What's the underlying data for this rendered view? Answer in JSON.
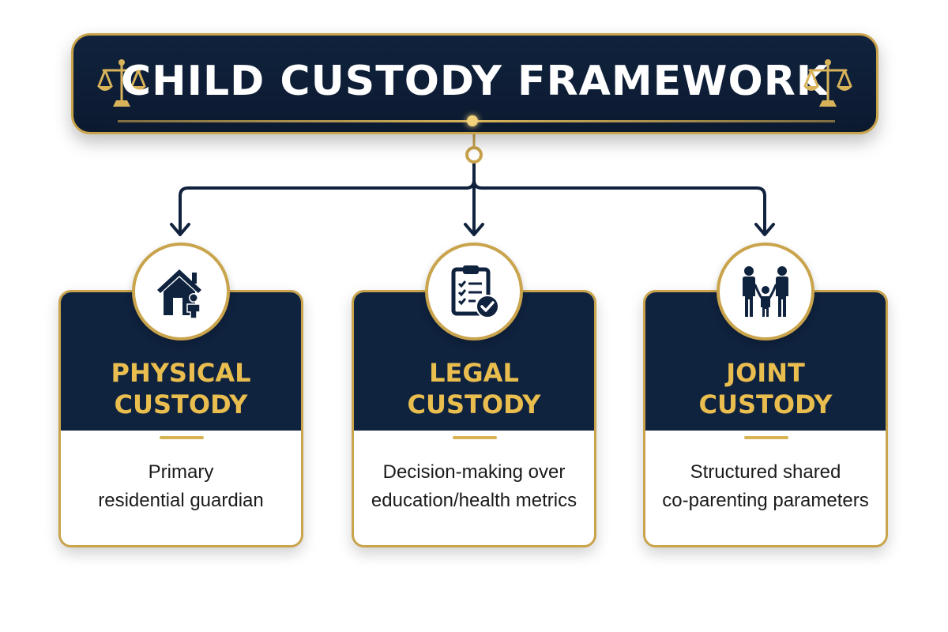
{
  "title": "CHILD CUSTODY FRAMEWORK",
  "colors": {
    "navy": "#0f223e",
    "gold": "#c9a44c",
    "gold_text": "#e9be4f",
    "background": "#ffffff"
  },
  "cards": [
    {
      "title_line1": "PHYSICAL",
      "title_line2": "CUSTODY",
      "desc_line1": "Primary",
      "desc_line2": "residential guardian",
      "icon": "house-child-icon"
    },
    {
      "title_line1": "LEGAL",
      "title_line2": "CUSTODY",
      "desc_line1": "Decision-making over",
      "desc_line2": "education/health metrics",
      "icon": "clipboard-check-icon"
    },
    {
      "title_line1": "JOINT",
      "title_line2": "CUSTODY",
      "desc_line1": "Structured shared",
      "desc_line2": "co-parenting parameters",
      "icon": "family-icon"
    }
  ]
}
